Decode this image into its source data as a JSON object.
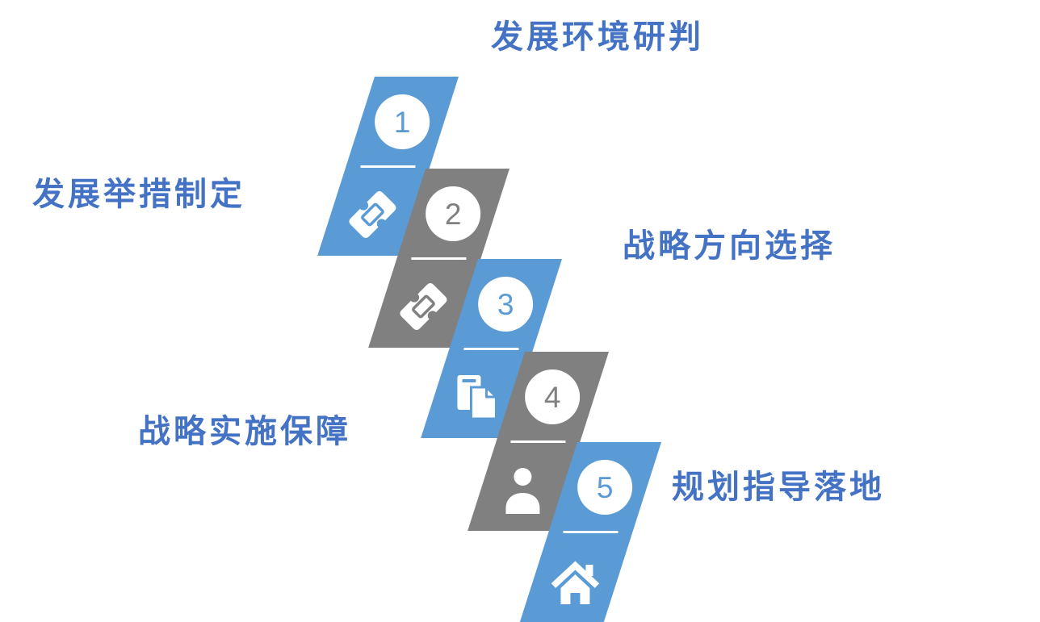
{
  "colors": {
    "accent_blue": "#5B9BD5",
    "accent_gray": "#808080",
    "label_blue": "#4472C4",
    "shape_content_white": "#FFFFFF"
  },
  "labels": {
    "top": "发展环境研判",
    "left_upper": "发展举措制定",
    "right_upper": "战略方向选择",
    "left_lower": "战略实施保障",
    "right_lower": "规划指导落地"
  },
  "steps": [
    {
      "number": "1",
      "color": "blue",
      "icon": "ticket-icon"
    },
    {
      "number": "2",
      "color": "gray",
      "icon": "ticket-icon"
    },
    {
      "number": "3",
      "color": "blue",
      "icon": "copy-pages-icon"
    },
    {
      "number": "4",
      "color": "gray",
      "icon": "person-icon"
    },
    {
      "number": "5",
      "color": "blue",
      "icon": "home-icon"
    }
  ]
}
